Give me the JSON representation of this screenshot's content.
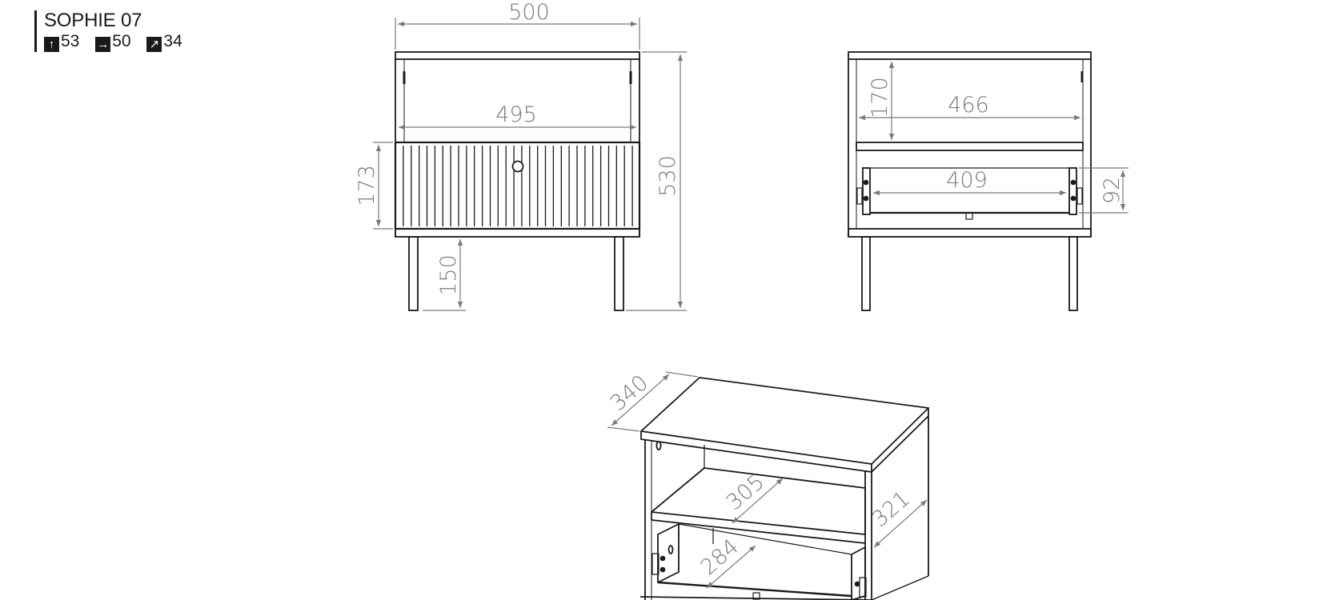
{
  "header": {
    "title": "SOPHIE 07",
    "height": "53",
    "width": "50",
    "depth": "34",
    "icons": {
      "height": "arrow-up-icon",
      "width": "arrow-right-icon",
      "depth": "arrow-diagonal-icon"
    }
  },
  "front_view": {
    "overall_width": "500",
    "inner_width": "495",
    "overall_height": "530",
    "drawer_height": "173",
    "leg_height": "150"
  },
  "side_view": {
    "shelf_height": "170",
    "inner_width": "466",
    "drawer_width": "409",
    "drawer_height": "92"
  },
  "iso_view": {
    "top_depth": "340",
    "shelf_depth": "305",
    "drawer_depth": "284",
    "side_depth": "321"
  },
  "colors": {
    "line": "#1a1a1a",
    "dimension": "#7a7a7a"
  }
}
